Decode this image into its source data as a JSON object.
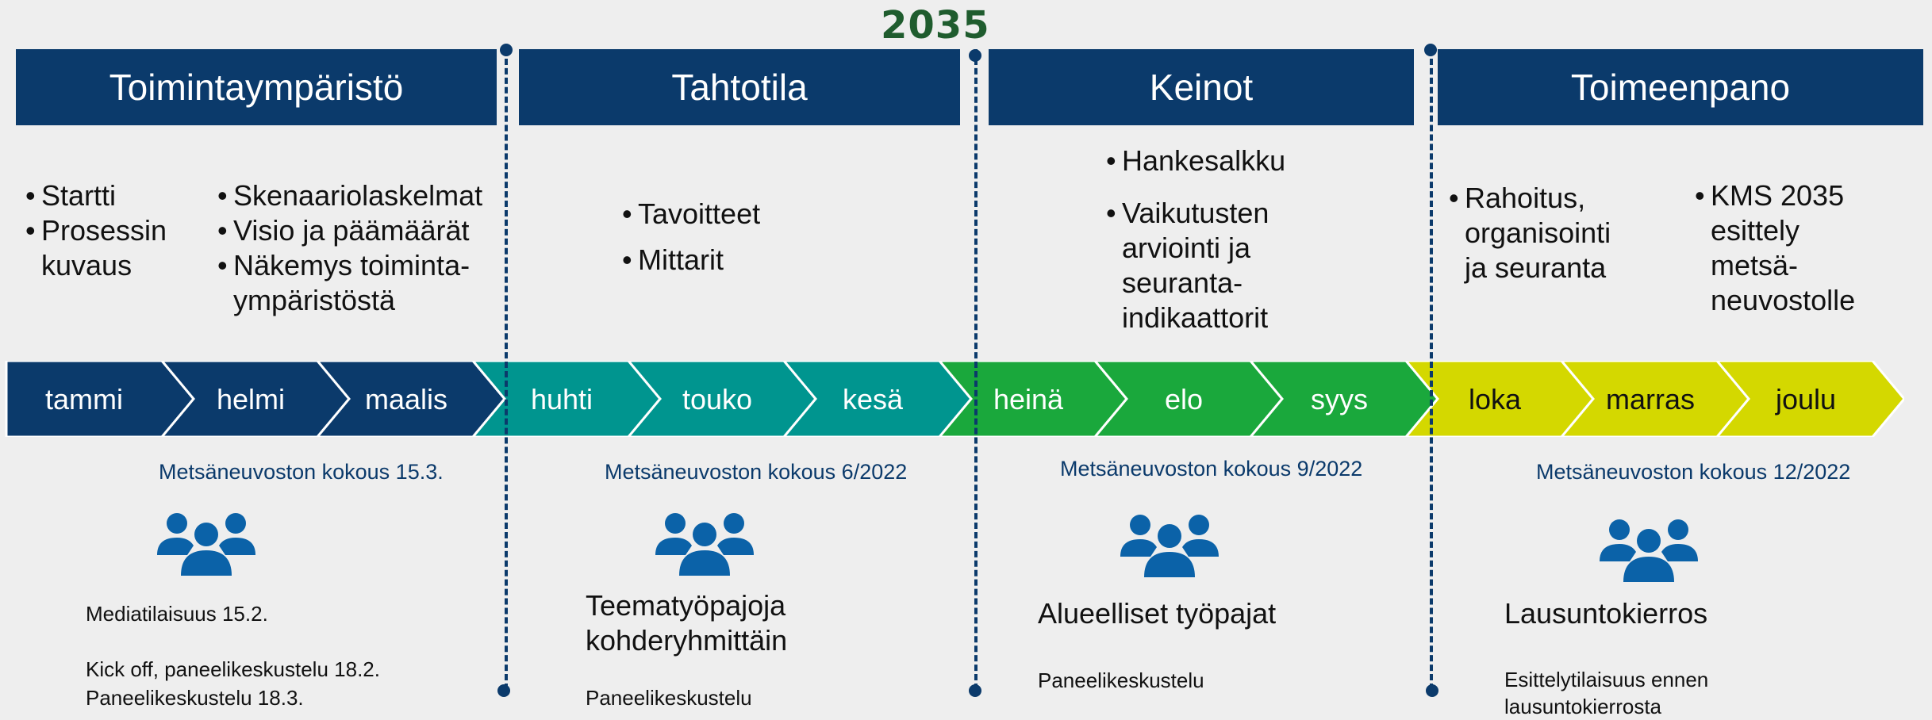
{
  "logo": "2035",
  "phases": [
    {
      "title": "Toimintaympäristö"
    },
    {
      "title": "Tahtotila"
    },
    {
      "title": "Keinot"
    },
    {
      "title": "Toimeenpano"
    }
  ],
  "texts": {
    "p1a": [
      "Startti",
      "Prosessin kuvaus"
    ],
    "p1b": [
      "Skenaariolaskelmat",
      "Visio ja päämäärät",
      "Näkemys toiminta-ympäristöstä"
    ],
    "p2": [
      "Tavoitteet",
      "Mittarit"
    ],
    "p3": [
      "Hankesalkku",
      "Vaikutusten arviointi ja seuranta-indikaattorit"
    ],
    "p4a": [
      "Rahoitus, organisointi ja seuranta"
    ],
    "p4b": [
      "KMS 2035 esittely metsä-neuvostolle"
    ]
  },
  "months": [
    "tammi",
    "helmi",
    "maalis",
    "huhti",
    "touko",
    "kesä",
    "heinä",
    "elo",
    "syys",
    "loka",
    "marras",
    "joulu"
  ],
  "colors": {
    "navy": "#0b3a6b",
    "teal": "#00958f",
    "green": "#1aa83c",
    "lime": "#d4d800"
  },
  "meetings": [
    "Metsäneuvoston kokous 15.3.",
    "Metsäneuvoston kokous 6/2022",
    "Metsäneuvoston kokous 9/2022",
    "Metsäneuvoston kokous 12/2022"
  ],
  "icons": [
    "people-group-icon",
    "people-group-icon",
    "people-group-icon",
    "people-group-icon"
  ],
  "notes": {
    "n1a": "Mediatilaisuus 15.2.",
    "n1b": "Kick off, paneelikeskustelu 18.2.",
    "n1c": "Paneelikeskustelu 18.3.",
    "n2a": "Teematyöpajoja kohderyhmittäin",
    "n2b": "Paneelikeskustelu",
    "n3a": "Alueelliset työpajat",
    "n3b": "Paneelikeskustelu",
    "n4a": "Lausuntokierros",
    "n4b": "Esittelytilaisuus ennen lausuntokierrosta"
  }
}
